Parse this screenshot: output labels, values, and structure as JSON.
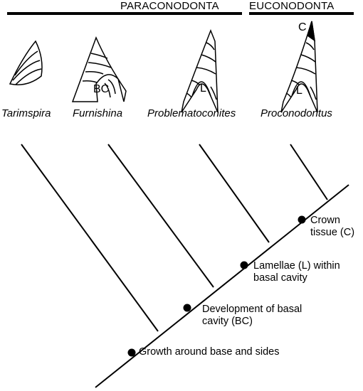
{
  "groups": {
    "paraconodonta": "PARACONODONTA",
    "euconodonta": "EUCONODONTA"
  },
  "taxa": [
    "Tarimspira",
    "Furnishina",
    "Problematoconites",
    "Proconodontus"
  ],
  "element_labels": {
    "basal_cavity": "BC",
    "lamellae_1": "L",
    "lamellae_2": "L",
    "crown": "C"
  },
  "characters": [
    {
      "text_1": "Growth around base and sides"
    },
    {
      "text_1": "Development of basal",
      "text_2": "cavity (BC)"
    },
    {
      "text_1": "Lamellae (L) within",
      "text_2": "basal cavity"
    },
    {
      "text_1": "Crown",
      "text_2": "tissue (C)"
    }
  ],
  "colors": {
    "ink": "#000000",
    "background": "#ffffff"
  }
}
